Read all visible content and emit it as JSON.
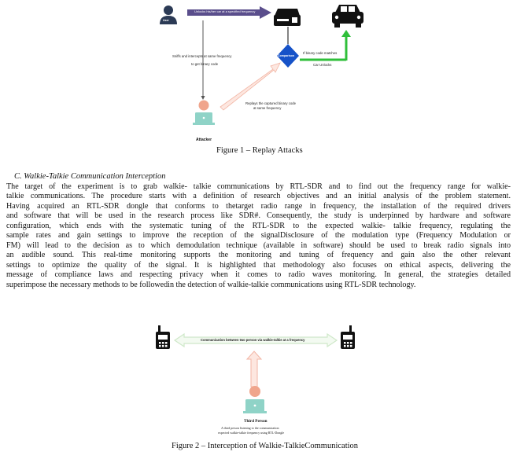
{
  "figure1": {
    "user_label": "User",
    "top_arrow_label": "Unlocks his/her car at a specified frequency",
    "sniff_label_1": "Sniffs and  intercepts at same frequency",
    "sniff_label_2": "to get binary code",
    "comparison_label": "Comparison",
    "match_label_1": "If binary code matches",
    "match_label_2": "Car Unlocks",
    "replay_label_1": "Replays the captured binary code",
    "replay_label_2": "at same frequency",
    "attacker_label": "Attacker",
    "caption": "Figure 1 – Replay Attacks"
  },
  "section": {
    "heading": "C.   Walkie-Talkie Communication Interception",
    "lines": [
      "The target of the experiment is to grab walkie- talkie communications by RTL-SDR and to find out the frequency range for walkie-",
      "talkie communications. The procedure starts with a definition of research objectives and an initial analysis of the problem statement.",
      "Having acquired an RTL-SDR dongle that conforms to thetarget radio range in frequency, the installation of the required drivers",
      "and software that will be used in the research process like SDR#. Consequently, the study is underpinned by hardware and software",
      "configuration, which ends with the systematic tuning of the RTL-SDR to the expected walkie- talkie frequency, regulating the",
      "sample rates and gain settings to improve the reception of the signalDisclosure of the modulation type (Frequency Modulation or",
      "FM) will lead to the decision as to which demodulation technique (available in software) should be used to break radio  signals into",
      "an audible sound. This real-time monitoring supports the monitoring and tuning of frequency and gain also the other relevant",
      "settings  to optimize the quality of the signal. It is highlighted that methodology also focuses on ethical aspects, delivering the",
      "message of compliance laws and respecting privacy when it comes to radio waves monitoring. In general, the strategies detailed",
      "superimpose the necessary methods to be followedin the detection of walkie-talkie communications using RTL-SDR technology."
    ]
  },
  "figure2": {
    "comm_label": "Communication between two person via walkie-talkie at a frequency",
    "third_person_label": "Third Person",
    "desc_line_1": "A third person listening to the communication",
    "desc_line_2": "expected walkie-talkie frequency using RTL-Dongle",
    "caption": "Figure 2 – Interception of Walkie-TalkieCommunication"
  },
  "colors": {
    "user_navy": "#2b3a55",
    "arrow_purple": "#5a4e8c",
    "diamond_blue": "#1652c8",
    "success_green": "#2fbf3a",
    "replay_salmon": "#f2b5a4",
    "attacker_skin": "#f0a58c",
    "laptop_teal": "#8fd3c7",
    "comm_green": "#cfe8c9"
  }
}
